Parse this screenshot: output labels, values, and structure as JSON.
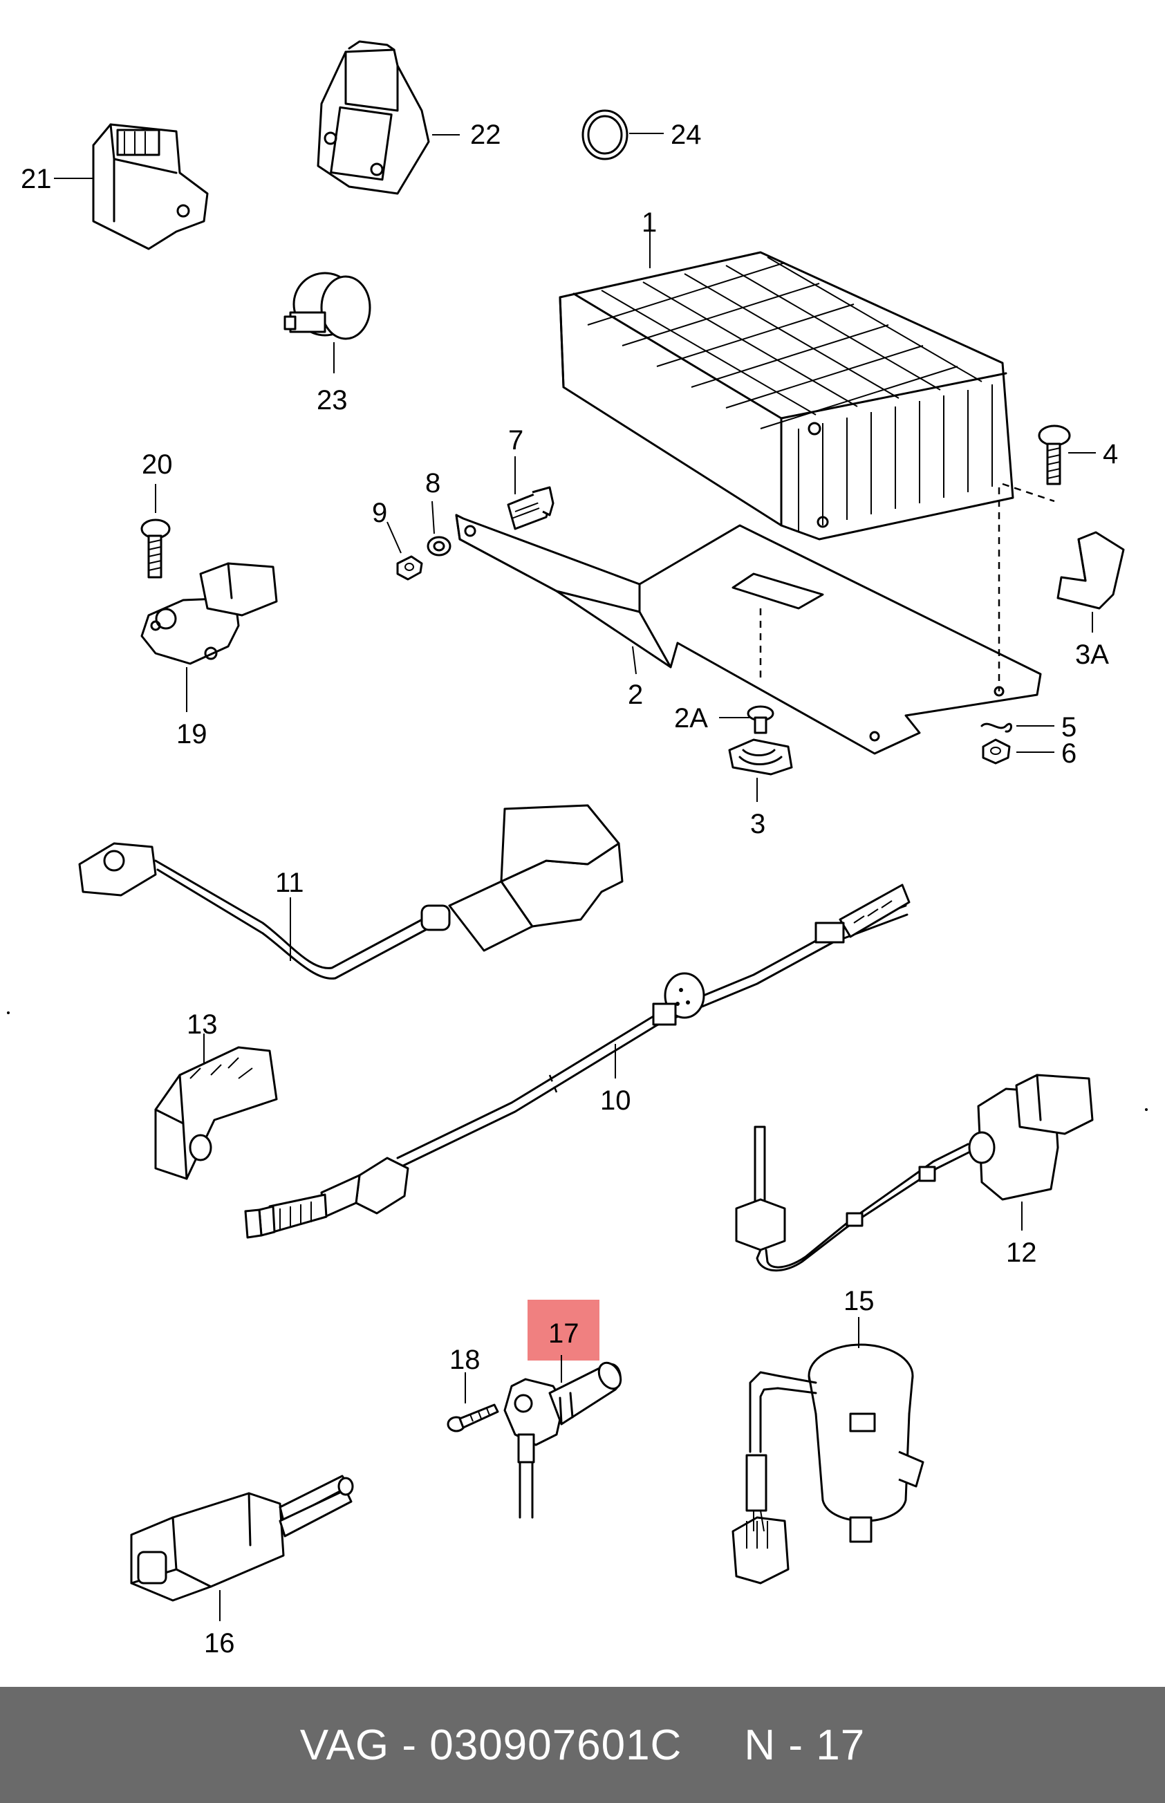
{
  "callouts": {
    "c1": "1",
    "c2": "2",
    "c2A": "2A",
    "c3": "3",
    "c3A": "3A",
    "c4": "4",
    "c5": "5",
    "c6": "6",
    "c7": "7",
    "c8": "8",
    "c9": "9",
    "c10": "10",
    "c11": "11",
    "c12": "12",
    "c13": "13",
    "c15": "15",
    "c16": "16",
    "c17": "17",
    "c18": "18",
    "c19": "19",
    "c20": "20",
    "c21": "21",
    "c22": "22",
    "c23": "23",
    "c24": "24"
  },
  "highlight": {
    "part": "17",
    "color": "#f08080"
  },
  "footer": {
    "part_number": "VAG - 030907601C",
    "position": "N - 17",
    "background": "#6a6a6a"
  }
}
